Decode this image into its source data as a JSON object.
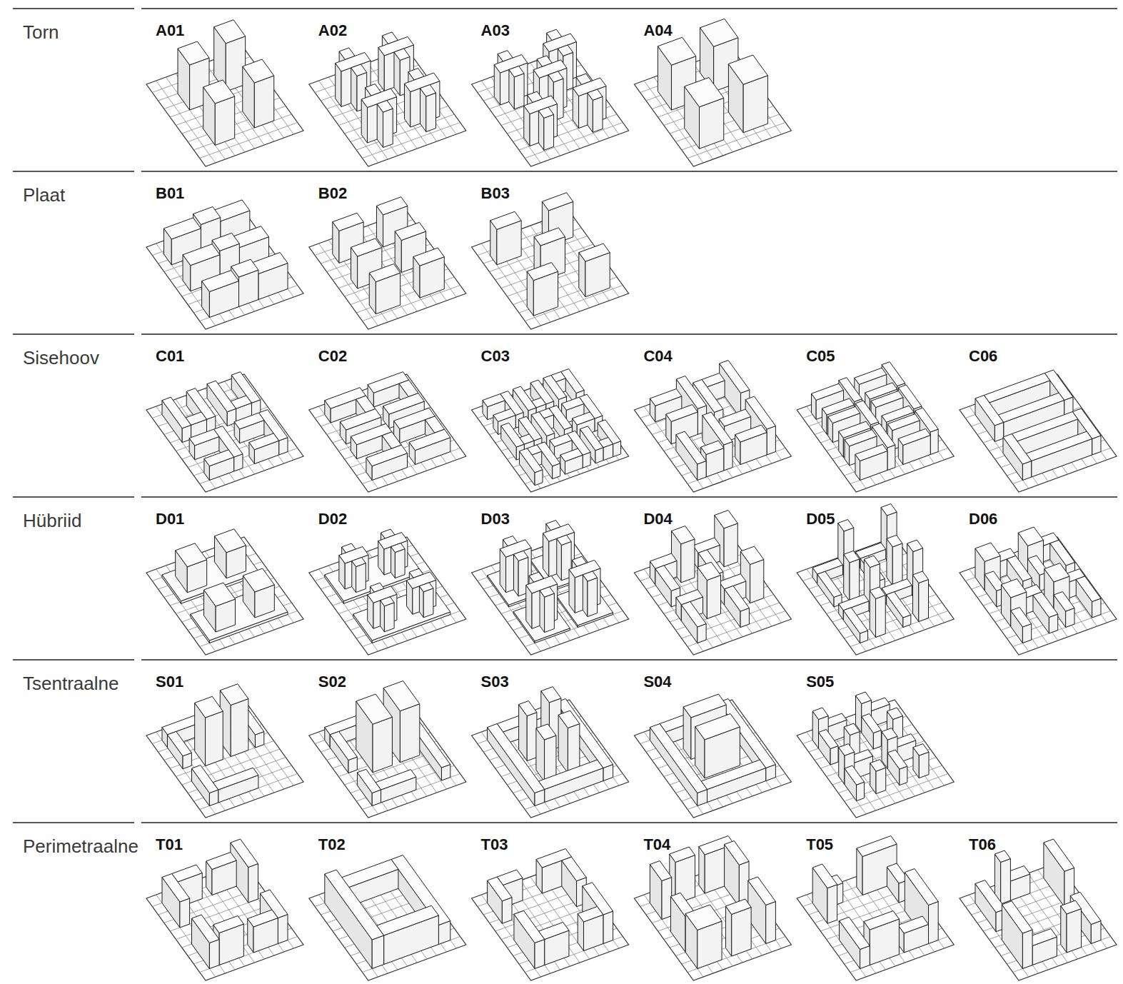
{
  "diagram": {
    "labels": [
      "Torn",
      "A01",
      "A02",
      "A03",
      "A04",
      "Plaat",
      "B01",
      "B02",
      "B03",
      "Sisehoov",
      "C01",
      "C02",
      "C03",
      "C04",
      "C05",
      "C06",
      "Hübriid",
      "D01",
      "D02",
      "D03",
      "D04",
      "D05",
      "D06",
      "Tsentraalne",
      "S01",
      "S02",
      "S03",
      "S04",
      "S05",
      "Perimetraalne",
      "T01",
      "T02",
      "T03",
      "T04",
      "T05",
      "T06"
    ]
  }
}
